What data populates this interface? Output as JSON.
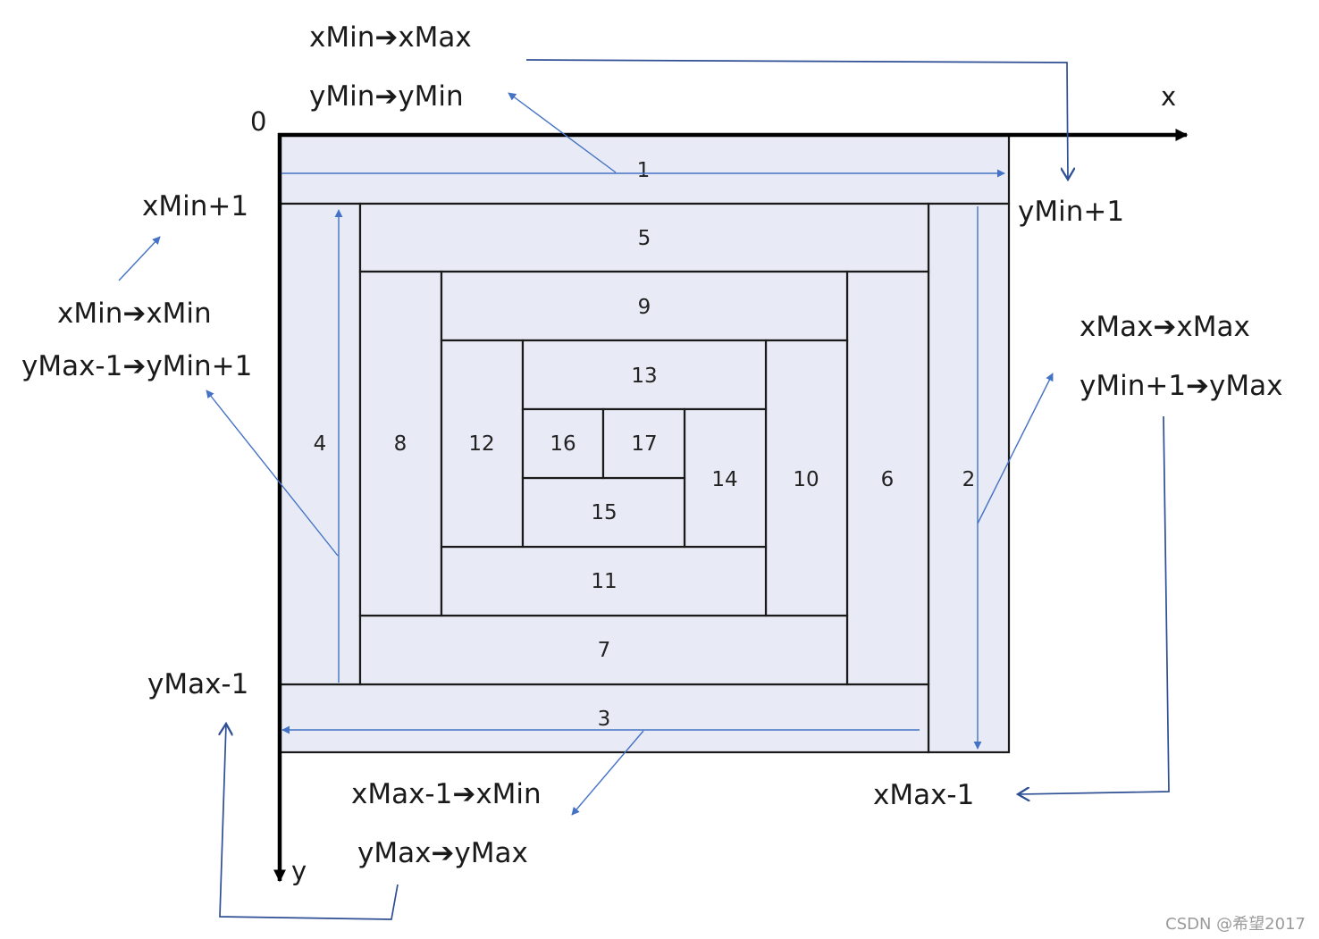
{
  "axes": {
    "origin": "0",
    "x": "x",
    "y": "y"
  },
  "cells": [
    {
      "id": "1",
      "label": "1"
    },
    {
      "id": "2",
      "label": "2"
    },
    {
      "id": "3",
      "label": "3"
    },
    {
      "id": "4",
      "label": "4"
    },
    {
      "id": "5",
      "label": "5"
    },
    {
      "id": "6",
      "label": "6"
    },
    {
      "id": "7",
      "label": "7"
    },
    {
      "id": "8",
      "label": "8"
    },
    {
      "id": "9",
      "label": "9"
    },
    {
      "id": "10",
      "label": "10"
    },
    {
      "id": "11",
      "label": "11"
    },
    {
      "id": "12",
      "label": "12"
    },
    {
      "id": "13",
      "label": "13"
    },
    {
      "id": "14",
      "label": "14"
    },
    {
      "id": "15",
      "label": "15"
    },
    {
      "id": "16",
      "label": "16"
    },
    {
      "id": "17",
      "label": "17"
    }
  ],
  "annotations": {
    "top_x": "xMin➔xMax",
    "top_y": "yMin➔yMin",
    "ymin_plus1": "yMin+1",
    "right_x": "xMax➔xMax",
    "right_y": "yMin+1➔yMax",
    "xmax_minus1": "xMax-1",
    "bottom_x": "xMax-1➔xMin",
    "bottom_y": "yMax➔yMax",
    "ymax_minus1": "yMax-1",
    "left_x": "xMin➔xMin",
    "left_y": "yMax-1➔yMin+1",
    "xmin_plus1": "xMin+1"
  },
  "watermark": "CSDN @希望2017",
  "colors": {
    "cell_fill": "#e8ebf5",
    "arrow_blue": "#4472c4",
    "connector_dark_blue": "#2e4f94"
  }
}
